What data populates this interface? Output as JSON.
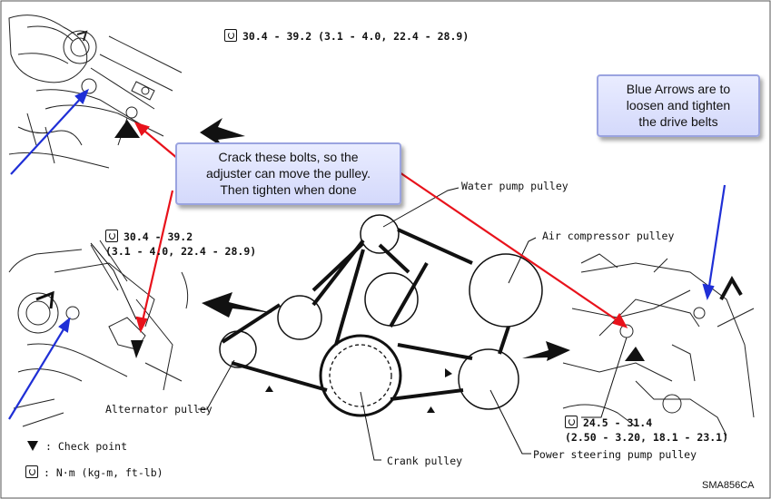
{
  "callouts": {
    "bolts": [
      "Crack these bolts, so the",
      "adjuster can move the pulley.",
      "Then tighten when done"
    ],
    "arrows": [
      "Blue Arrows are to",
      "loosen and tighten",
      "the drive belts"
    ]
  },
  "torque": {
    "top": "30.4 - 39.2 (3.1 - 4.0, 22.4 - 28.9)",
    "left_line1": "30.4 - 39.2",
    "left_line2": "(3.1 - 4.0, 22.4 - 28.9)",
    "right_line1": "24.5 - 31.4",
    "right_line2": "(2.50 - 3.20, 18.1 - 23.1)"
  },
  "labels": {
    "water_pump": "Water pump pulley",
    "air_compressor": "Air compressor pulley",
    "alternator": "Alternator pulley",
    "crank": "Crank pulley",
    "power_steering": "Power steering pump pulley"
  },
  "legend": {
    "check_point": ": Check point",
    "units": ": N·m (kg-m, ft-lb)"
  },
  "figure_id": "SMA856CA",
  "colors": {
    "callout_arrow": "#e8121b",
    "adjust_arrow": "#1f2fd6",
    "callout_bg": "#dde1fc"
  }
}
